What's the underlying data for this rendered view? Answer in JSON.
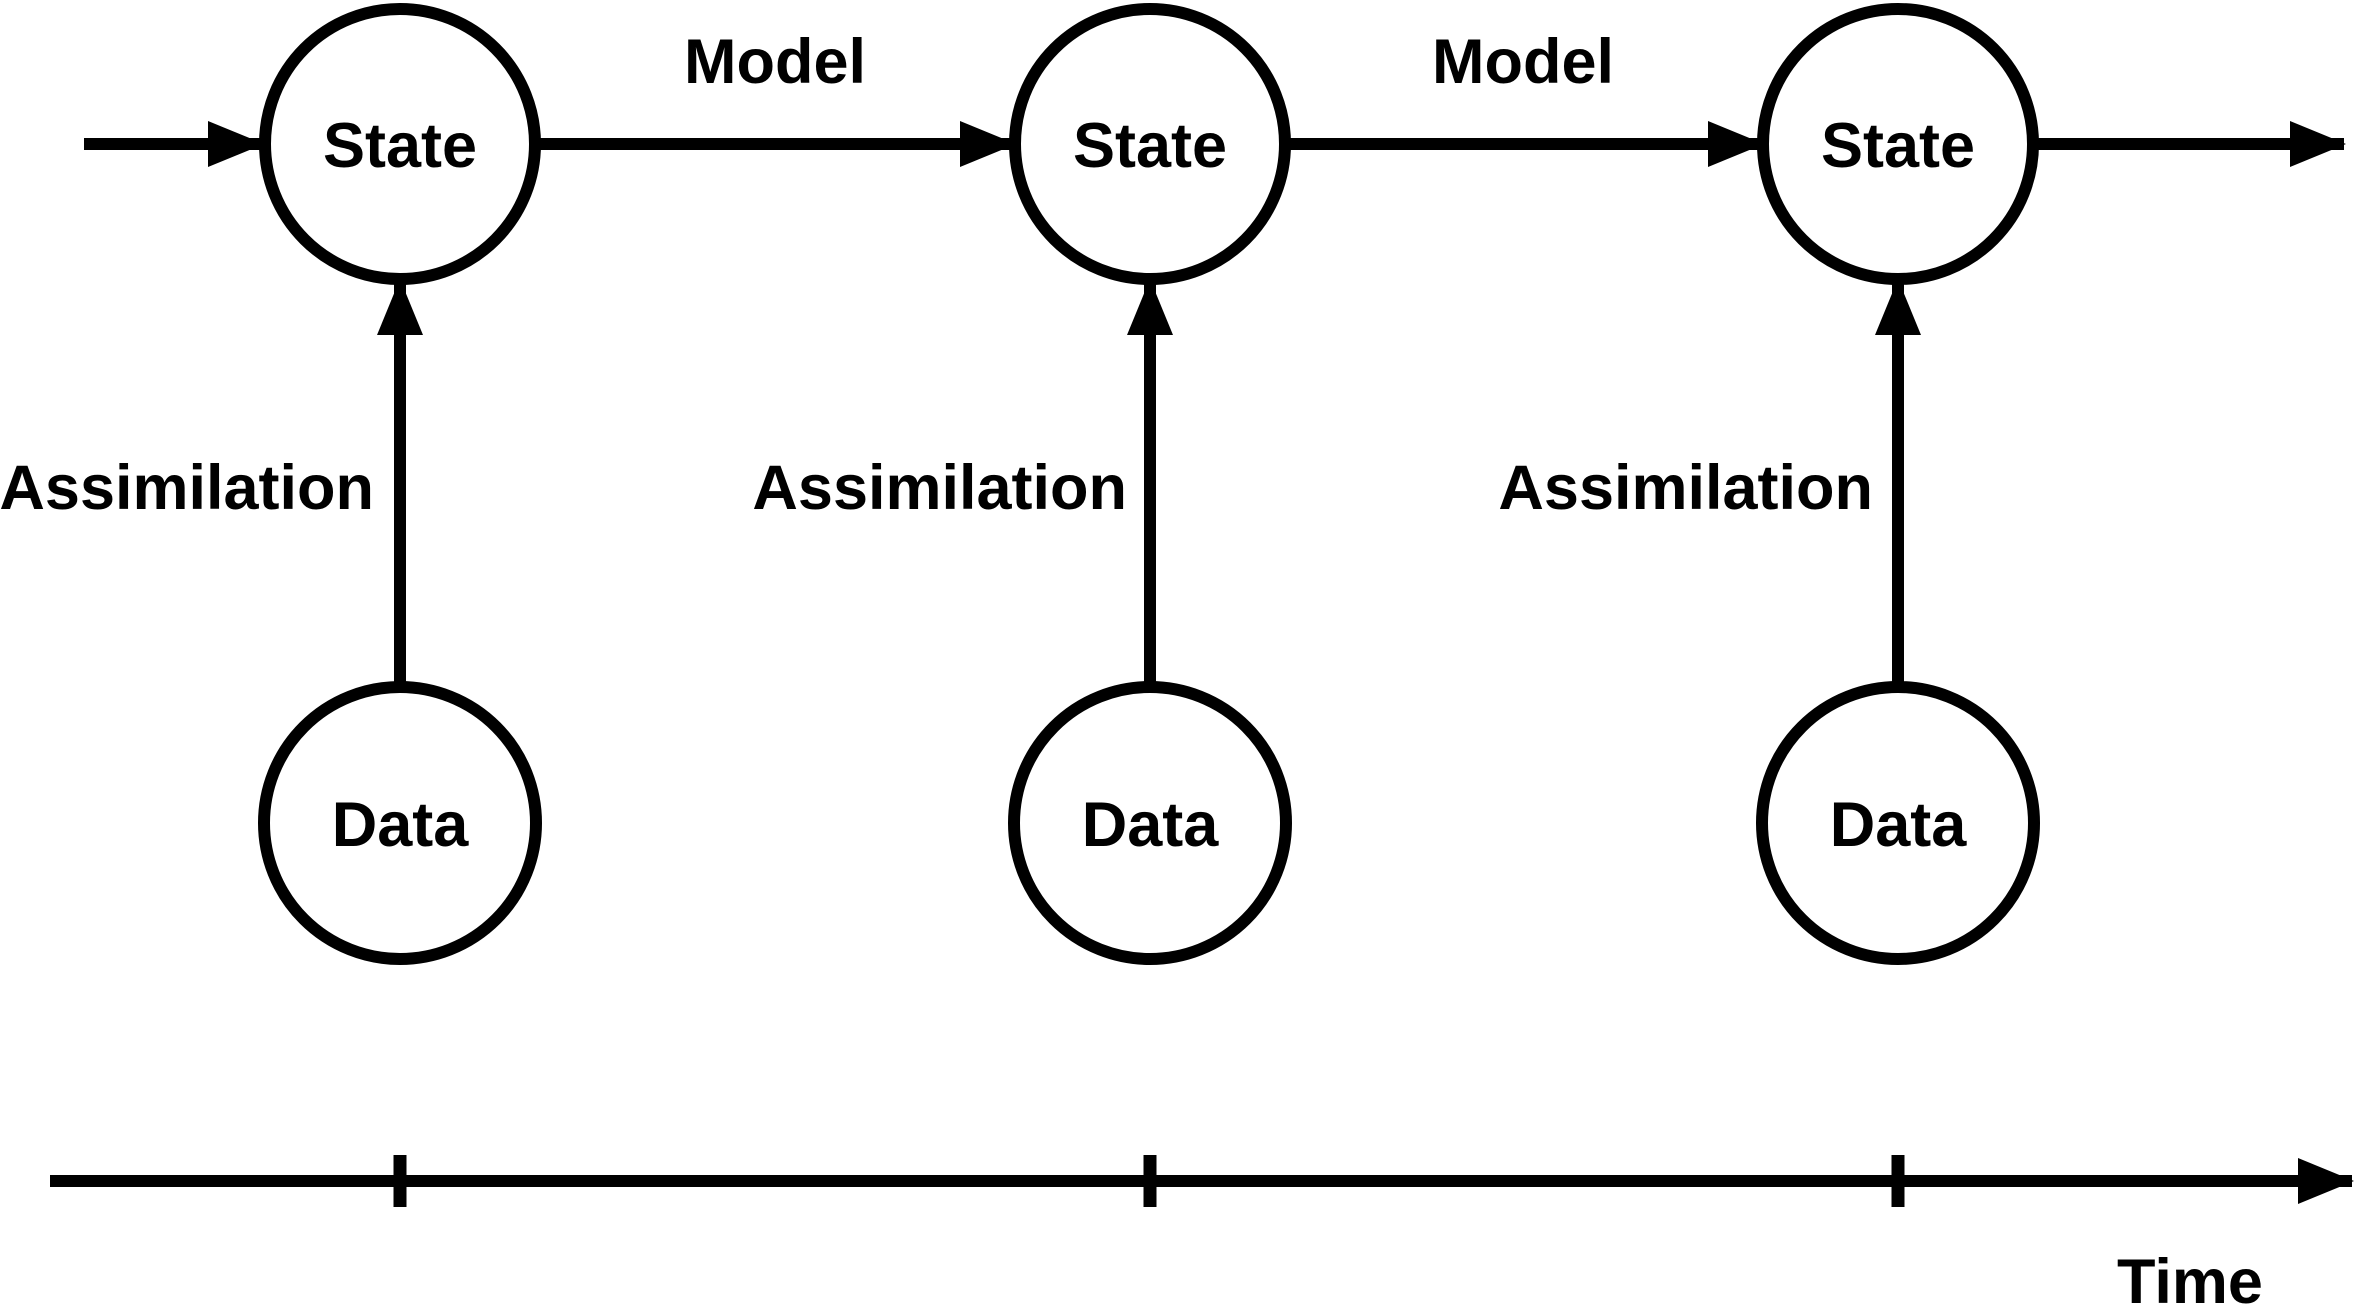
{
  "diagram": {
    "title": "",
    "background_color": "#ffffff",
    "ink_color": "#000000",
    "columns": [
      {
        "state_label": "State",
        "data_label": "Data",
        "assimilation_label": "Assimilation"
      },
      {
        "state_label": "State",
        "data_label": "Data",
        "assimilation_label": "Assimilation"
      },
      {
        "state_label": "State",
        "data_label": "Data",
        "assimilation_label": "Assimilation"
      }
    ],
    "model_edge_labels": [
      "Model",
      "Model"
    ],
    "timeline": {
      "label": "Time",
      "tick_count": 3
    },
    "edges": [
      {
        "from": "start",
        "to": "state-1",
        "label": ""
      },
      {
        "from": "state-1",
        "to": "state-2",
        "label": "Model"
      },
      {
        "from": "state-2",
        "to": "state-3",
        "label": "Model"
      },
      {
        "from": "state-3",
        "to": "end",
        "label": ""
      },
      {
        "from": "data-1",
        "to": "state-1",
        "label": "Assimilation"
      },
      {
        "from": "data-2",
        "to": "state-2",
        "label": "Assimilation"
      },
      {
        "from": "data-3",
        "to": "state-3",
        "label": "Assimilation"
      }
    ]
  }
}
